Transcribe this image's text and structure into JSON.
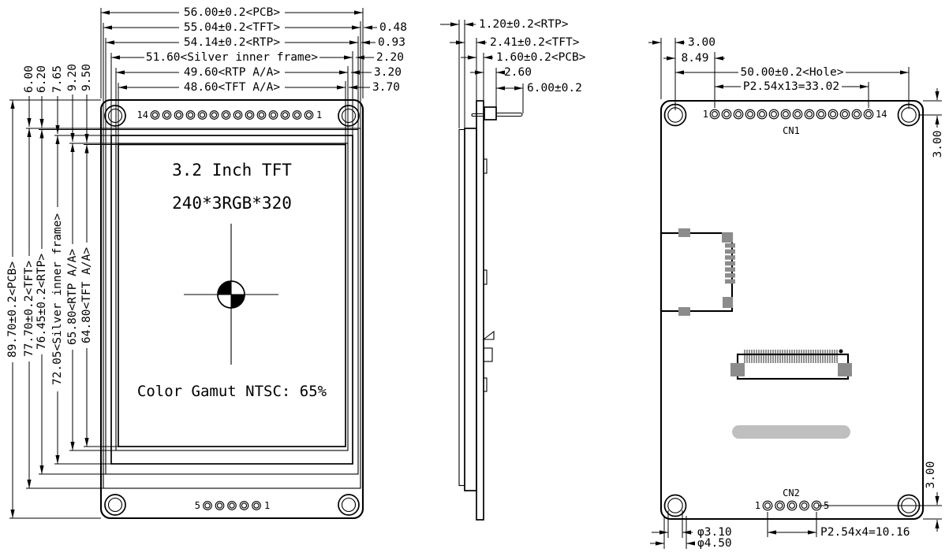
{
  "drawing": {
    "front_view": {
      "top_dims": [
        "56.00±0.2<PCB>",
        "55.04±0.2<TFT>",
        "54.14±0.2<RTP>",
        "51.60<Silver inner frame>",
        "49.60<RTP A/A>",
        "48.60<TFT A/A>"
      ],
      "right_offsets": [
        "0.48",
        "0.93",
        "2.20",
        "3.20",
        "3.70"
      ],
      "left_dims": [
        "89.70±0.2<PCB>",
        "77.70±0.2<TFT>",
        "76.45±0.2<RTP>",
        "72.05<Silver inner frame>",
        "65.80<RTP A/A>",
        "64.80<TFT A/A>"
      ],
      "top_offsets": [
        "6.00",
        "6.20",
        "7.65",
        "9.20",
        "9.50"
      ],
      "screen": {
        "line1": "3.2 Inch TFT",
        "line2": "240*3RGB*320",
        "gamut": "Color Gamut NTSC: 65%"
      },
      "top_pins": {
        "left_label": "14",
        "right_label": "1",
        "count": 14
      },
      "bottom_pins": {
        "left_label": "5",
        "right_label": "1",
        "count": 5
      }
    },
    "side_view": {
      "dims": [
        "1.20±0.2<RTP>",
        "2.41±0.2<TFT>",
        "1.60±0.2<PCB>",
        "2.60",
        "6.00±0.2"
      ]
    },
    "back_view": {
      "cn1": {
        "name": "CN1",
        "first": "1",
        "last": "14",
        "count": 14
      },
      "cn2": {
        "name": "CN2",
        "first": "1",
        "last": "5",
        "count": 5
      },
      "dims": {
        "edge_to_hole": "3.00",
        "hole_to_pin": "8.49",
        "hole_span": "50.00±0.2<Hole>",
        "cn1_pitch": "P2.54x13=33.02",
        "top_right": "3.00",
        "bottom_right": "3.00",
        "hole_inner_dia": "φ3.10",
        "hole_outer_dia": "φ4.50",
        "cn2_pitch": "P2.54x4=10.16"
      }
    },
    "colors": {
      "line": "#000000",
      "pad_gray": "#8c8c8c",
      "comb_gray": "#777777",
      "bar_gray": "#bfbfbf"
    }
  }
}
